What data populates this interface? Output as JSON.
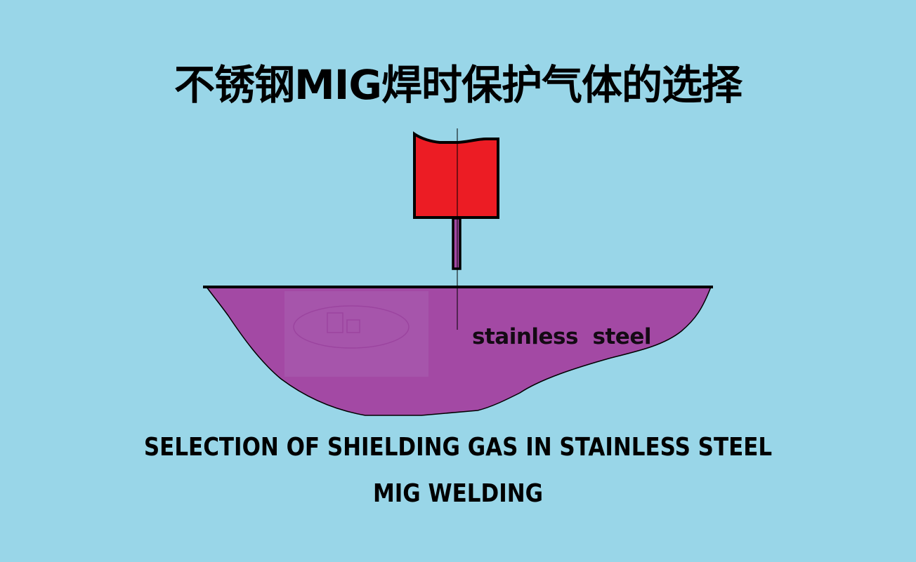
{
  "title_cn": "不锈钢MIG焊时保护气体的选择",
  "diagram": {
    "material_label": "stainless  steel",
    "components": [
      "torch-nozzle",
      "welding-wire",
      "workpiece-surface",
      "weld-pool",
      "center-axis"
    ],
    "colors": {
      "background": "#99d6e8",
      "nozzle": "#ec1c24",
      "weld_pool": "#a349a4",
      "outline": "#000000",
      "wire": "#a349a4"
    }
  },
  "caption": {
    "line1": "SELECTION OF SHIELDING GAS IN STAINLESS STEEL",
    "line2": "MIG WELDING"
  }
}
